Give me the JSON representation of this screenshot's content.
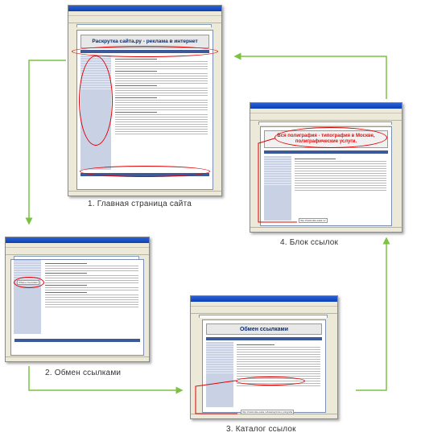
{
  "steps": [
    {
      "caption": "1. Главная страница сайта"
    },
    {
      "caption": "2. Обмен ссылками"
    },
    {
      "caption": "3. Каталог ссылок"
    },
    {
      "caption": "4. Блок ссылок"
    }
  ],
  "screens": {
    "main": {
      "banner": "Раскрутка сайта.ру - реклама в интернет"
    },
    "exchange": {
      "highlight": "Обмен ссылками"
    },
    "catalog": {
      "banner": "Обмен ссылками",
      "url": "http://raskrutka-saita.ru/katalog/index.poligrafia"
    },
    "block": {
      "banner": "Вся полиграфия - типография в Москве, полиграфические услуги.",
      "url": "http://raskrutka-saita.ru/"
    }
  },
  "colors": {
    "arrow": "#7cc242",
    "highlight": "#e00000"
  }
}
